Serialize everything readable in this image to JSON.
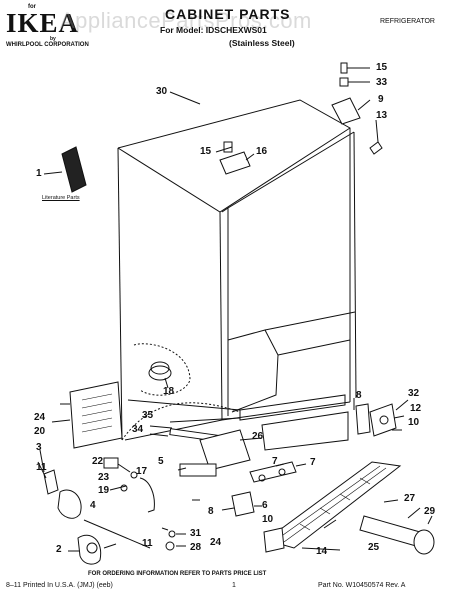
{
  "header": {
    "brand_for": "for",
    "brand": "IKEA",
    "brand_by": "by",
    "corporation": "WHIRLPOOL CORPORATION",
    "title": "CABINET PARTS",
    "model_line": "For Model: IDSCHEXWS01",
    "finish": "(Stainless Steel)",
    "category": "REFRIGERATOR",
    "watermark": "AppliancePartsPros.com"
  },
  "literature_label": "Literature Parts",
  "callouts": {
    "c1": "1",
    "c2": "2",
    "c3": "3",
    "c4": "4",
    "c5": "5",
    "c6": "6",
    "c7a": "7",
    "c7b": "7",
    "c8a": "8",
    "c8b": "8",
    "c9": "9",
    "c10a": "10",
    "c10b": "10",
    "c11a": "11",
    "c11b": "11",
    "c12": "12",
    "c13": "13",
    "c14": "14",
    "c15a": "15",
    "c15b": "15",
    "c16": "16",
    "c17": "17",
    "c18": "18",
    "c19": "19",
    "c20": "20",
    "c22": "22",
    "c23": "23",
    "c24a": "24",
    "c24b": "24",
    "c25": "25",
    "c26": "26",
    "c27": "27",
    "c28": "28",
    "c29": "29",
    "c30": "30",
    "c31": "31",
    "c32": "32",
    "c33": "33",
    "c34": "34",
    "c35": "35"
  },
  "footer": {
    "order_note": "FOR ORDERING INFORMATION REFER TO PARTS PRICE LIST",
    "print_info": "8–11 Printed In U.S.A. (JMJ) (eeb)",
    "page": "1",
    "part_no": "Part No. W10450574 Rev. A"
  }
}
